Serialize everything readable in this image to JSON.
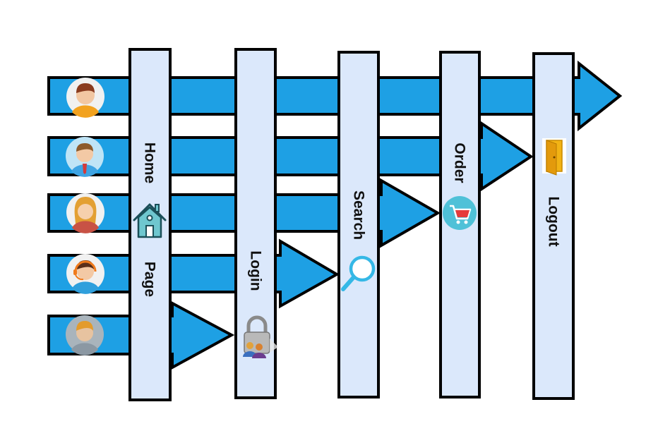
{
  "colors": {
    "flow_arrow": "#1ea0e4",
    "stage_bar": "#dbe8fb",
    "outline": "#000000"
  },
  "stages": [
    {
      "label_top": "Home",
      "label_bottom": "Page",
      "icon": "house-icon"
    },
    {
      "label_top": "Login",
      "icon": "padlock-icon"
    },
    {
      "label_top": "Search",
      "icon": "magnifier-icon"
    },
    {
      "label_top": "Order",
      "icon": "shopping-cart-icon"
    },
    {
      "label_top": "Logout",
      "icon": "door-icon"
    }
  ],
  "users": [
    {
      "avatar": "man-orange-shirt-avatar",
      "reaches_stage": 5
    },
    {
      "avatar": "man-tie-avatar",
      "reaches_stage": 4
    },
    {
      "avatar": "woman-avatar",
      "reaches_stage": 3
    },
    {
      "avatar": "headset-agent-avatar",
      "reaches_stage": 2
    },
    {
      "avatar": "man-grey-avatar",
      "reaches_stage": 1
    }
  ]
}
